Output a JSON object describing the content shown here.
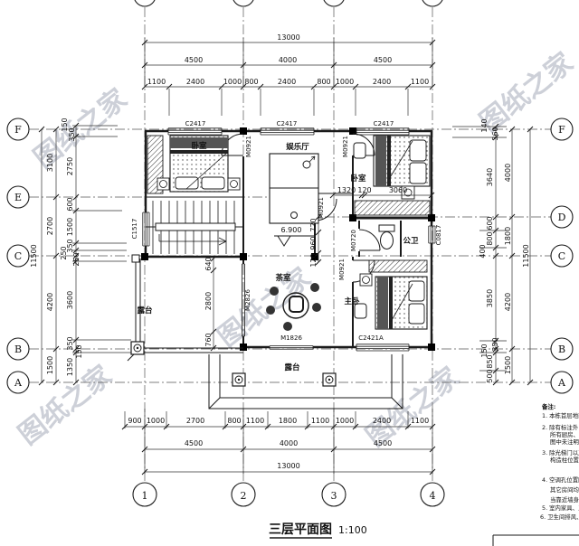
{
  "watermark": {
    "text": "图纸之家"
  },
  "plan": {
    "title": "三层平面图",
    "scale": "1:100",
    "level": "6.900",
    "rooms": {
      "bedroom": "卧室",
      "recreation": "娱乐厅",
      "bath": "公卫",
      "master": "主卧",
      "tea": "茶室",
      "terrace": "露台"
    },
    "openings": {
      "c2417": "C2417",
      "c1517": "C1517",
      "c0817": "C0817",
      "c2421a": "C2421A",
      "m0921": "M0921",
      "m0720": "M0720",
      "m2826": "M2826",
      "m1826": "M1826"
    }
  },
  "grid": {
    "left": [
      "F",
      "E",
      "C",
      "B",
      "A"
    ],
    "right": [
      "F",
      "D",
      "C",
      "B",
      "A"
    ],
    "bottom": [
      "1",
      "2",
      "3",
      "4"
    ]
  },
  "dims": {
    "top": {
      "overall": "13000",
      "bays": [
        "4500",
        "4000",
        "4500"
      ],
      "detail": [
        "1100",
        "2400",
        "1000",
        "800",
        "2400",
        "800",
        "1000",
        "2400",
        "1100"
      ]
    },
    "bottom": {
      "overall": "13000",
      "bays": [
        "4500",
        "4000",
        "4500"
      ],
      "detail": [
        "900",
        "1000",
        "2700",
        "800",
        "1100",
        "1800",
        "1100",
        "1000",
        "2400",
        "1100"
      ]
    },
    "left": {
      "overall": "11500",
      "bays": [
        "3100",
        "2700",
        "4200",
        "1500"
      ],
      "detail": [
        "150",
        "350",
        "2750",
        "600",
        "1500",
        "350",
        "250",
        "250",
        "3600",
        "350",
        "150",
        "1350"
      ]
    },
    "right": {
      "overall": "11500",
      "bays": [
        "4000",
        "1800",
        "4200",
        "1500"
      ],
      "detail": [
        "140",
        "360",
        "3640",
        "600",
        "800",
        "400",
        "3850",
        "350",
        "150",
        "850",
        "500"
      ]
    },
    "interior": {
      "left_stack": [
        "640",
        "2800",
        "760"
      ],
      "mid_stack": [
        "720",
        "960",
        "120"
      ],
      "bedroom_row": [
        "1320",
        "120",
        "3060"
      ]
    }
  },
  "notes": {
    "heading": "备注:",
    "lines": [
      "1. 本栋首层地面设计",
      "2. 除有标注外：墙体",
      "所有厨房、厕所、",
      "图中未注明者均为",
      "3. 除光梯门以及有标",
      "构造柱位置及尺寸",
      "4. 空调孔位置除有标",
      "其它房间均在窗边",
      "当靠近墙身为圆形",
      "5. 室内家具、卫生洁",
      "6. 卫生间排风、厨房"
    ]
  }
}
